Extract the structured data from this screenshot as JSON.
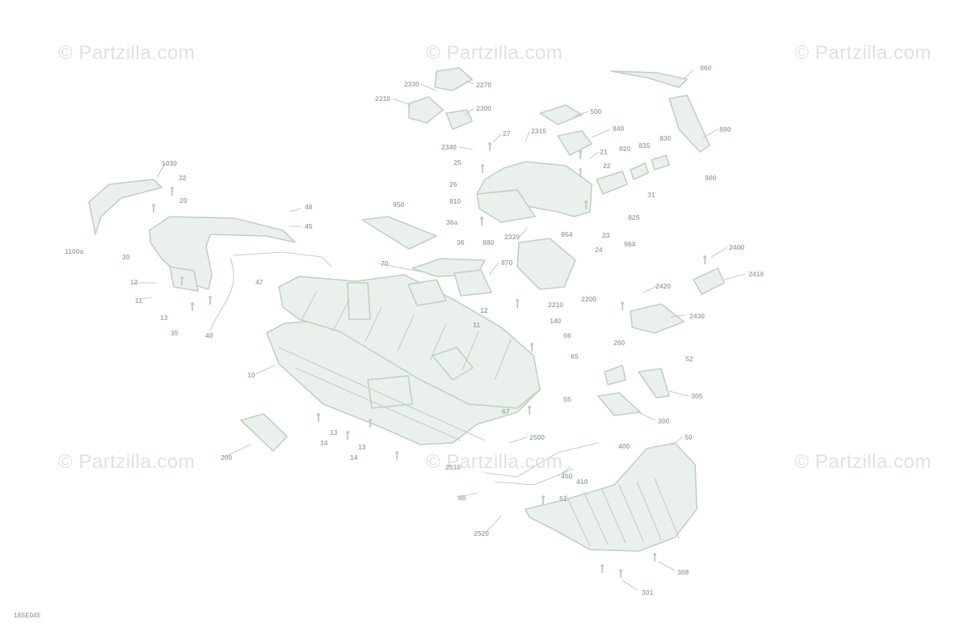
{
  "watermark": {
    "text": "© Partzilla.com"
  },
  "diagram_code": "18SE045",
  "colors": {
    "ink": "#c2d0c4",
    "label": "#9fb0a2",
    "watermark": "#dde3df",
    "fill": "#eaf0eb"
  },
  "callouts": [
    "960",
    "2330",
    "2270",
    "2310",
    "2300",
    "500",
    "27",
    "2315",
    "840",
    "890",
    "2340",
    "21",
    "820",
    "835",
    "830",
    "25",
    "22",
    "900",
    "1030",
    "32",
    "26",
    "20",
    "810",
    "31",
    "950",
    "48",
    "825",
    "45",
    "36a",
    "2320",
    "954",
    "23",
    "984",
    "24",
    "30",
    "1100a",
    "36",
    "880",
    "2400",
    "870",
    "70",
    "2410",
    "2200",
    "12",
    "47",
    "2420",
    "11",
    "2210",
    "13",
    "2430",
    "12",
    "35",
    "140",
    "40",
    "11",
    "66",
    "260",
    "65",
    "52",
    "10",
    "305",
    "55",
    "67",
    "300",
    "2500",
    "50",
    "13",
    "14",
    "400",
    "13",
    "200",
    "14",
    "450",
    "410",
    "2510",
    "51",
    "60",
    "308",
    "2520",
    "301"
  ]
}
